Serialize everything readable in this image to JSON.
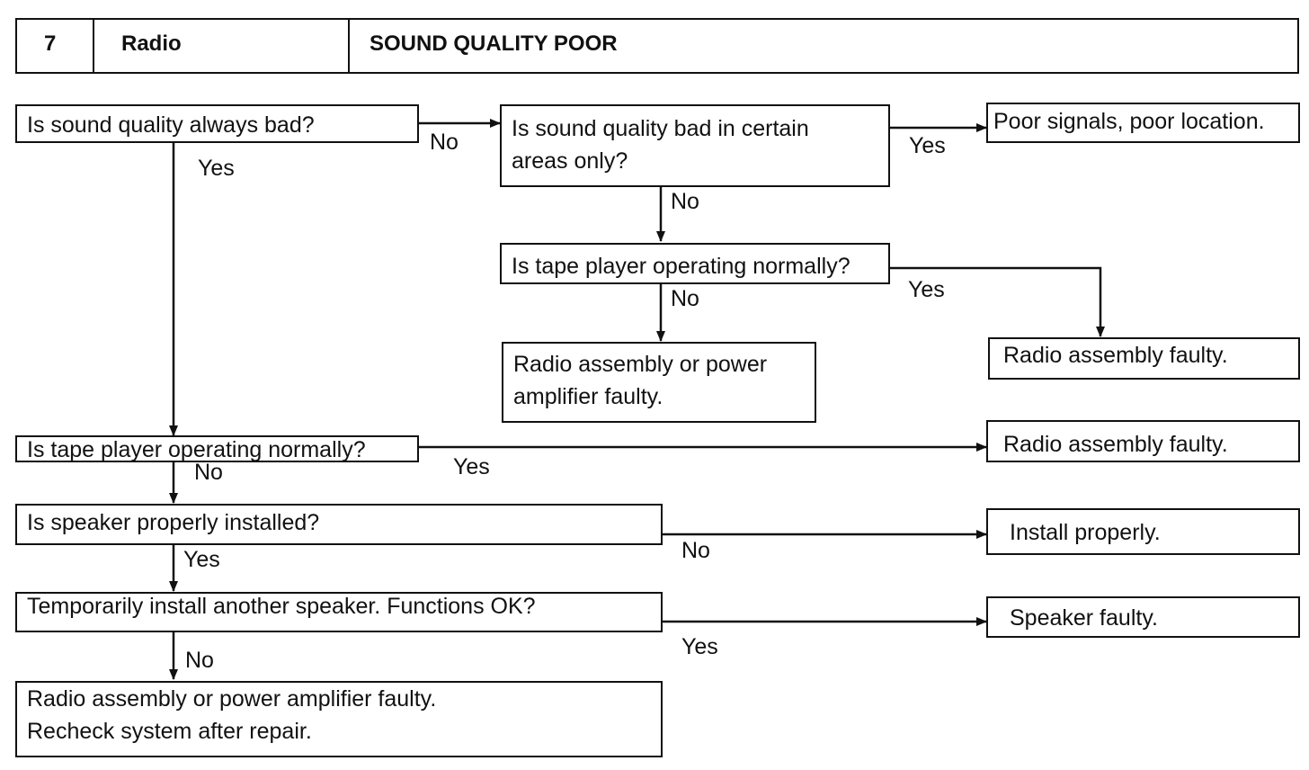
{
  "header": {
    "number": "7",
    "system": "Radio",
    "symptom": "SOUND QUALITY POOR"
  },
  "nodes": {
    "q_always_bad": "Is sound quality always bad?",
    "q_certain_areas_1": "Is sound quality bad in certain",
    "q_certain_areas_2": "areas only?",
    "r_poor_signals": "Poor signals, poor location.",
    "q_tape_top": "Is tape player operating normally?",
    "r_radio_amp_top_1": "Radio assembly or power",
    "r_radio_amp_top_2": "amplifier faulty.",
    "r_radio_faulty_top": "Radio assembly faulty.",
    "q_tape_main": "Is tape player operating normally?",
    "r_radio_faulty_main": "Radio assembly faulty.",
    "q_speaker_installed": "Is speaker properly installed?",
    "r_install_properly": "Install properly.",
    "q_temp_speaker": "Temporarily install another speaker. Functions OK?",
    "r_speaker_faulty": "Speaker faulty.",
    "r_final_1": "Radio assembly or power amplifier faulty.",
    "r_final_2": "Recheck system after repair."
  },
  "edge_labels": {
    "always_bad_no": "No",
    "always_bad_yes": "Yes",
    "certain_areas_yes": "Yes",
    "certain_areas_no": "No",
    "tape_top_yes": "Yes",
    "tape_top_no": "No",
    "tape_main_yes": "Yes",
    "tape_main_no": "No",
    "speaker_no": "No",
    "speaker_yes": "Yes",
    "temp_yes": "Yes",
    "temp_no": "No"
  }
}
